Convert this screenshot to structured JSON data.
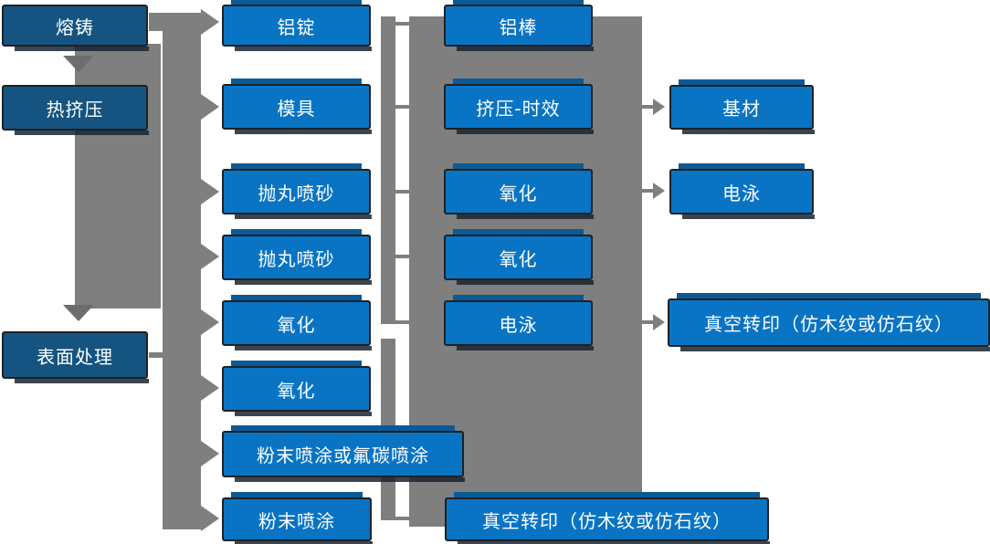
{
  "diagram": {
    "background": "#ffffff",
    "colors": {
      "process_box": "#0a74c4",
      "stage_box": "#155480",
      "box_top_strip": "#0b5a96",
      "box_border": "#1c2226",
      "box_text": "#ffffff",
      "connector_gray": "#7f7f7f",
      "down_arrow_gray": "#6d6d6d"
    },
    "nodes": {
      "melt_cast": "熔铸",
      "hot_extrusion": "热挤压",
      "surface_treatment": "表面处理",
      "al_ingot": "铝锭",
      "mold": "模具",
      "shot_blast_1": "抛丸喷砂",
      "shot_blast_2": "抛丸喷砂",
      "oxidation_a": "氧化",
      "oxidation_b": "氧化",
      "powder_or_fluorocarbon": "粉末喷涂或氟碳喷涂",
      "powder_coating": "粉末喷涂",
      "al_rod": "铝棒",
      "extrusion_aging": "挤压-时效",
      "oxidation_c": "氧化",
      "oxidation_d": "氧化",
      "electrophoresis_a": "电泳",
      "vacuum_transfer_a": "真空转印（仿木纹或仿石纹）",
      "base_material": "基材",
      "electrophoresis_b": "电泳",
      "vacuum_transfer_b": "真空转印（仿木纹或仿石纹）"
    },
    "edges": {
      "left_trunk": [
        "熔铸 → 热挤压",
        "热挤压 → 表面处理"
      ],
      "main_trunk_targets": [
        "铝锭",
        "模具",
        "抛丸喷砂",
        "抛丸喷砂",
        "氧化",
        "氧化",
        "粉末喷涂或氟碳喷涂",
        "粉末喷涂"
      ],
      "right_arrows": [
        {
          "from": "挤压-时效",
          "to": "基材"
        },
        {
          "from": "氧化",
          "to": "电泳"
        },
        {
          "from": "电泳",
          "to": "真空转印（仿木纹或仿石纹）"
        }
      ]
    }
  }
}
